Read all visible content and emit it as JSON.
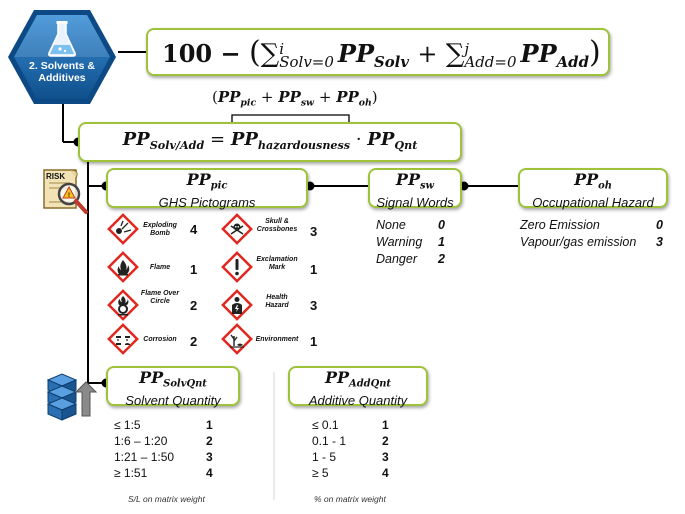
{
  "colors": {
    "accent_green": "#9dc33b",
    "badge_blue": "#1a6fb5",
    "diamond_red": "#e0281f"
  },
  "badge": {
    "label": "2. Solvents & Additives",
    "icon": "flask-icon"
  },
  "formula": {
    "main_number": "100",
    "main_minus": "−",
    "sum_top_i": "i",
    "sum_bottom_solv": "Solv=0",
    "pp_solv_pp": "PP",
    "pp_solv_sub": "Solv",
    "plus": "+",
    "sum_top_j": "j",
    "sum_bottom_add": "Add=0",
    "pp_add_pp": "PP",
    "pp_add_sub": "Add",
    "hazard_group": {
      "pp1": "PP",
      "sub1": "pic",
      "plus1": "+",
      "pp2": "PP",
      "sub2": "sw",
      "plus2": "+",
      "pp3": "PP",
      "sub3": "oh"
    },
    "solvadd": {
      "pp": "PP",
      "sub": "Solv/Add",
      "eq": "=",
      "pp2": "PP",
      "sub2": "hazardousness",
      "dot": "·",
      "pp3": "PP",
      "sub3": "Qnt"
    }
  },
  "pic": {
    "pp": "PP",
    "sub": "pic",
    "title": "GHS Pictograms",
    "icons": {
      "risk": "risk-document-icon",
      "stack": "stacked-cubes-icon"
    },
    "risk_label": "RISK",
    "items": [
      {
        "label": "Exploding Bomb",
        "value": "4",
        "icon": "exploding-bomb-icon"
      },
      {
        "label": "Skull & Crossbones",
        "value": "3",
        "icon": "skull-crossbones-icon"
      },
      {
        "label": "Flame",
        "value": "1",
        "icon": "flame-icon"
      },
      {
        "label": "Exclamation Mark",
        "value": "1",
        "icon": "exclamation-mark-icon"
      },
      {
        "label": "Flame Over Circle",
        "value": "2",
        "icon": "flame-over-circle-icon"
      },
      {
        "label": "Health Hazard",
        "value": "3",
        "icon": "health-hazard-icon"
      },
      {
        "label": "Corrosion",
        "value": "2",
        "icon": "corrosion-icon"
      },
      {
        "label": "Environment",
        "value": "1",
        "icon": "environment-icon"
      }
    ]
  },
  "sw": {
    "pp": "PP",
    "sub": "sw",
    "title": "Signal Words",
    "items": [
      {
        "label": "None",
        "value": "0"
      },
      {
        "label": "Warning",
        "value": "1"
      },
      {
        "label": "Danger",
        "value": "2"
      }
    ]
  },
  "oh": {
    "pp": "PP",
    "sub": "oh",
    "title": "Occupational Hazard",
    "items": [
      {
        "label": "Zero Emission",
        "value": "0"
      },
      {
        "label": "Vapour/gas emission",
        "value": "3"
      }
    ]
  },
  "solvqnt": {
    "pp": "PP",
    "sub": "SolvQnt",
    "title": "Solvent Quantity",
    "items": [
      {
        "label": "≤ 1:5",
        "value": "1"
      },
      {
        "label": "1:6 – 1:20",
        "value": "2"
      },
      {
        "label": "1:21 – 1:50",
        "value": "3"
      },
      {
        "label": "≥ 1:51",
        "value": "4"
      }
    ],
    "footnote": "S/L on matrix weight"
  },
  "addqnt": {
    "pp": "PP",
    "sub": "AddQnt",
    "title": "Additive Quantity",
    "items": [
      {
        "label": "≤ 0.1",
        "value": "1"
      },
      {
        "label": "0.1 - 1",
        "value": "2"
      },
      {
        "label": "1 - 5",
        "value": "3"
      },
      {
        "label": "≥ 5",
        "value": "4"
      }
    ],
    "footnote": "% on matrix weight"
  }
}
